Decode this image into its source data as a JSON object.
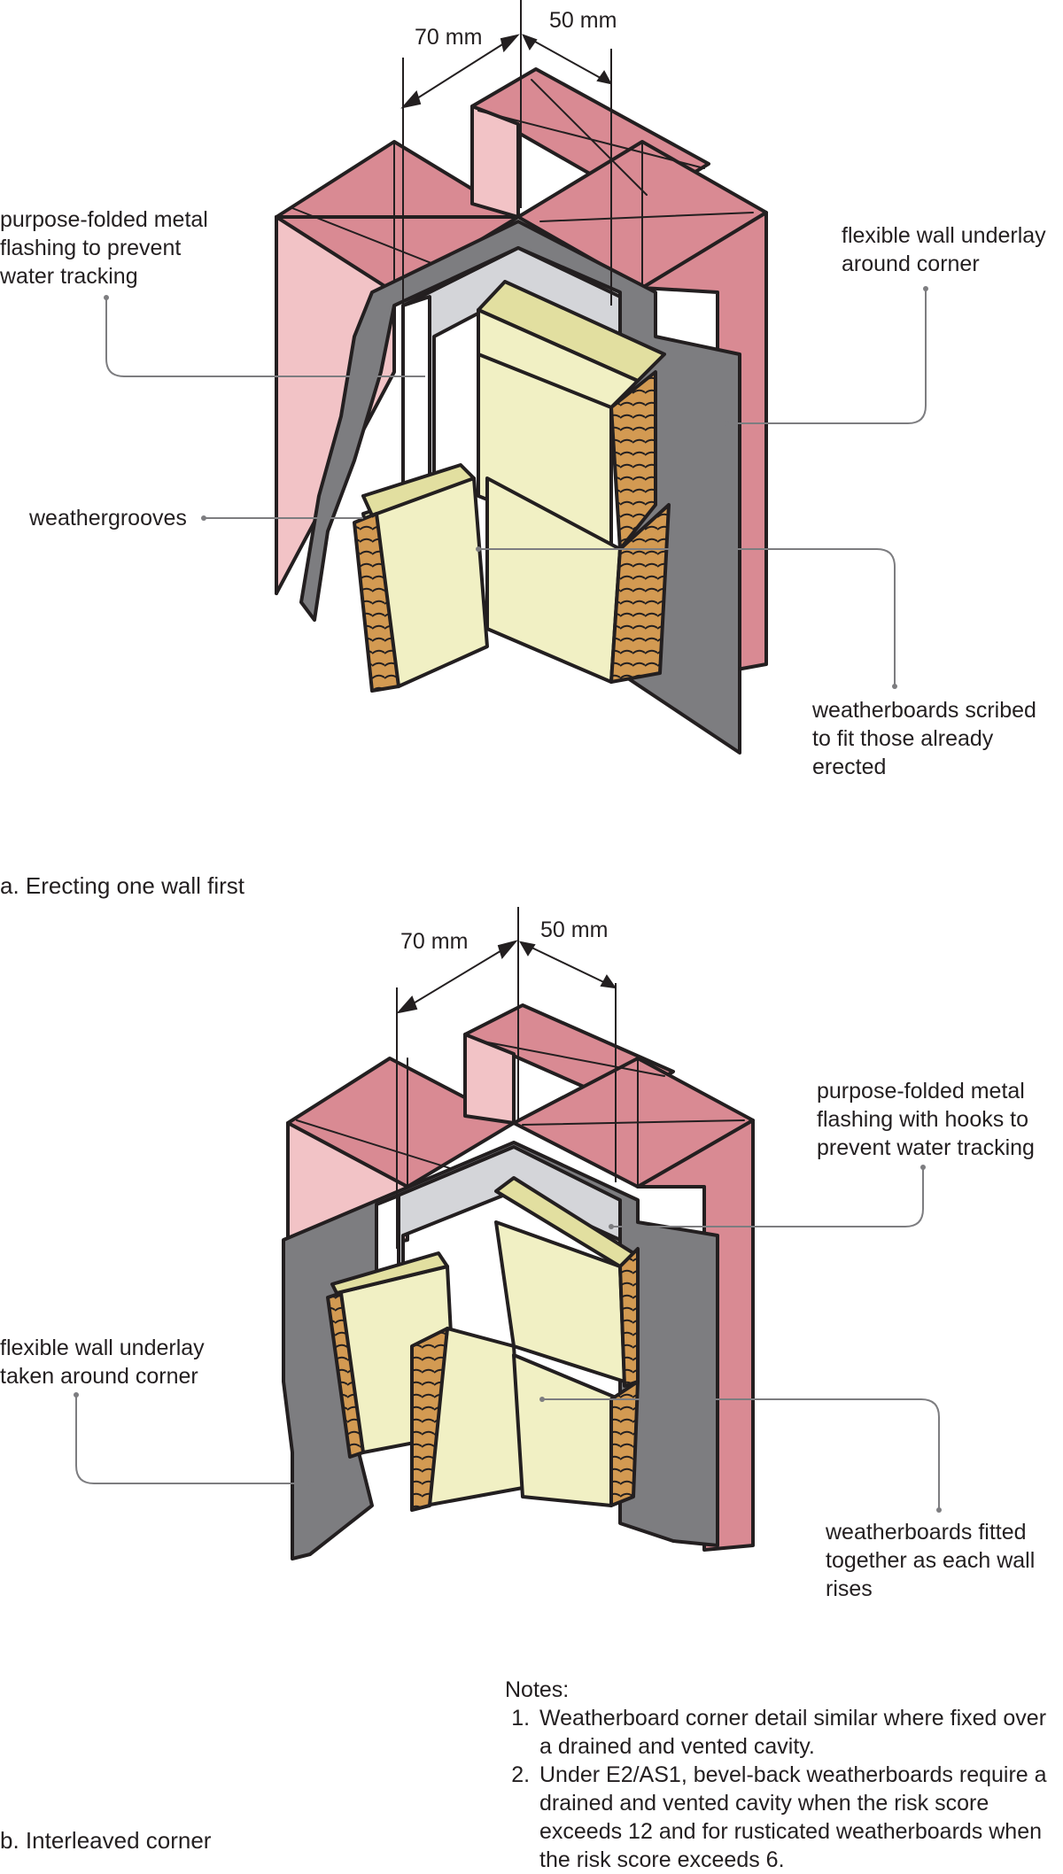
{
  "diagram_a": {
    "dims": {
      "left": "70 mm",
      "right": "50 mm"
    },
    "labels": {
      "flashing": "purpose-folded metal\nflashing to prevent\nwater tracking",
      "underlay": "flexible wall underlay\naround corner",
      "weathergrooves": "weathergrooves",
      "scribed": "weatherboards scribed\nto fit those already\nerected"
    },
    "caption": "a. Erecting one wall first"
  },
  "diagram_b": {
    "dims": {
      "left": "70 mm",
      "right": "50 mm"
    },
    "labels": {
      "flashing": "purpose-folded metal\nflashing with hooks to\nprevent water tracking",
      "underlay": "flexible wall underlay\ntaken around corner",
      "fitted": "weatherboards fitted\ntogether as each wall\nrises"
    },
    "caption": "b. Interleaved corner"
  },
  "notes": {
    "heading": "Notes:",
    "items": [
      "Weatherboard corner detail similar where fixed over a drained and vented cavity.",
      "Under E2/AS1, bevel-back weatherboards require a drained and vented cavity when the risk score exceeds 12 and for rusticated weatherboards when the risk score exceeds 6."
    ]
  },
  "colors": {
    "framing": "#d98a93",
    "framing_light": "#f2c3c6",
    "underlay": "#7d7d80",
    "flashing": "#d4d5d9",
    "board": "#f1f0c4",
    "board_edge": "#e2dfa0",
    "timber_end": "#d39a52",
    "ink": "#231f20"
  }
}
